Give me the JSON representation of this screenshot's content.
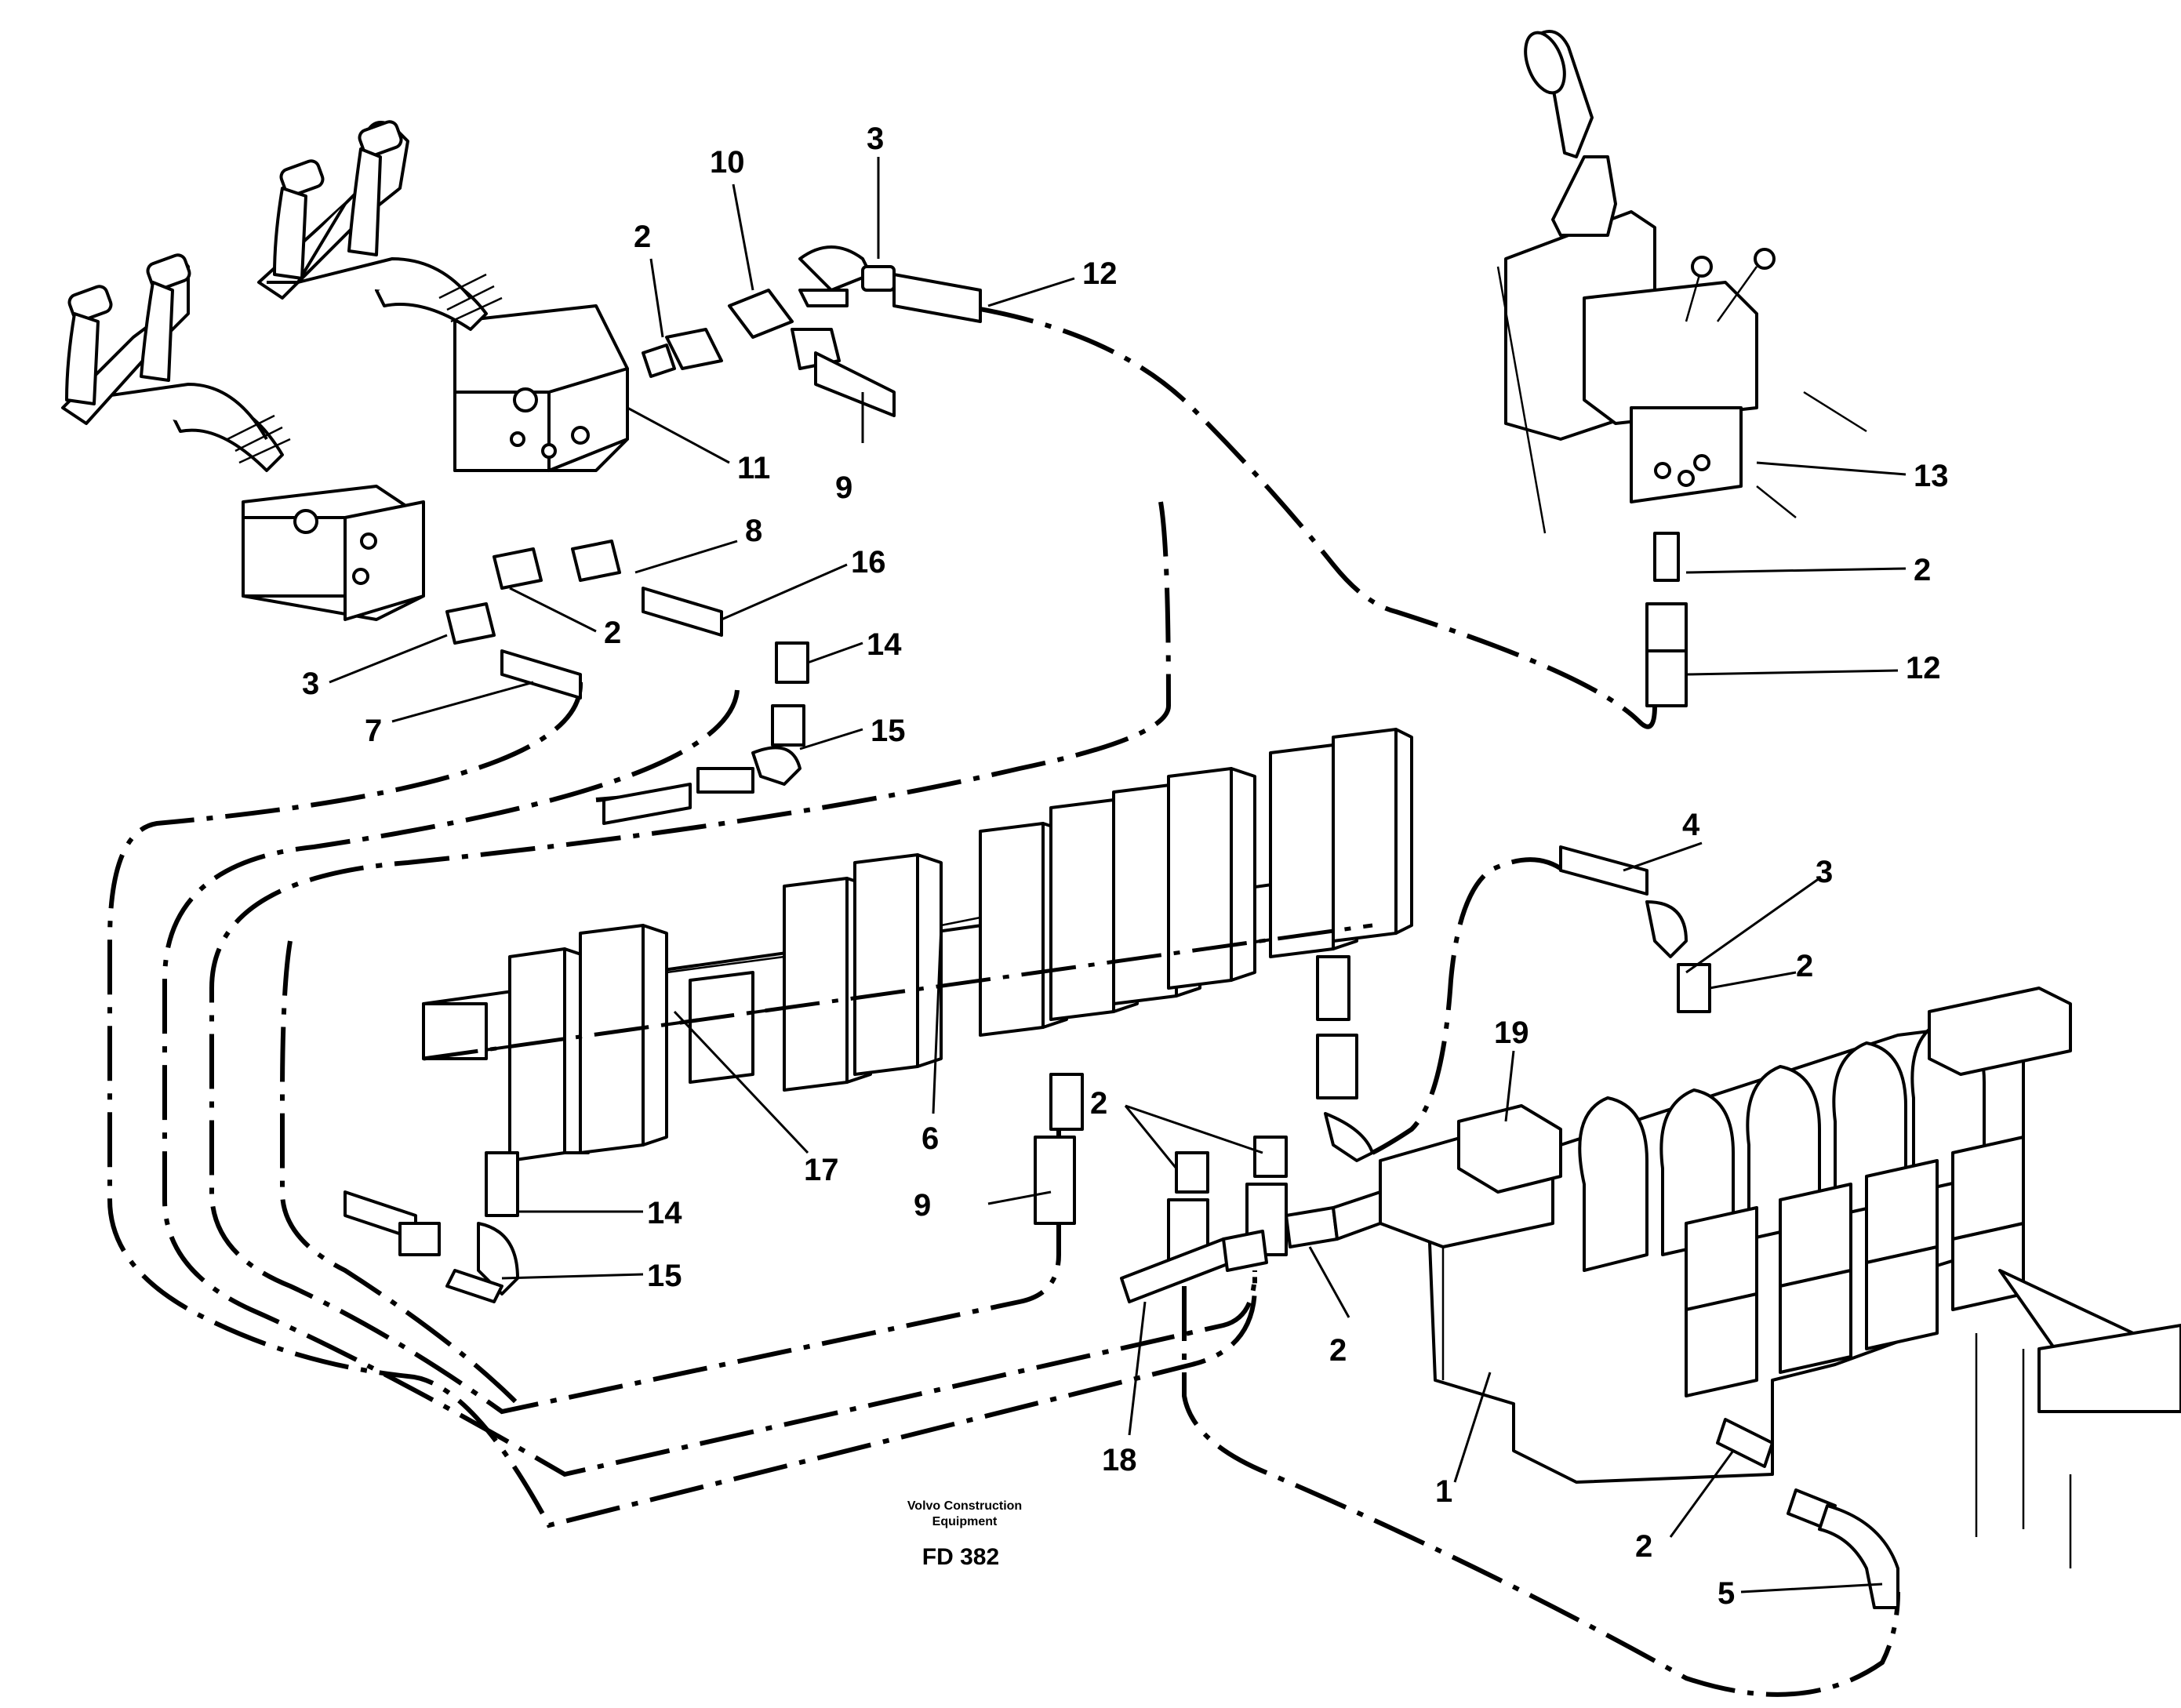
{
  "callouts": {
    "c3_top": "3",
    "c10": "10",
    "c2_top": "2",
    "c12_top": "12",
    "c11": "11",
    "c9_top": "9",
    "c8": "8",
    "c16": "16",
    "c14_top": "14",
    "c15_top": "15",
    "c2_left": "2",
    "c3_left": "3",
    "c7": "7",
    "c13": "13",
    "c2_right": "2",
    "c12_right": "12",
    "c4": "4",
    "c3_right": "3",
    "c2_valve": "2",
    "c19": "19",
    "c17": "17",
    "c6": "6",
    "c2_mid": "2",
    "c14_bottom": "14",
    "c15_bottom": "15",
    "c9_bottom": "9",
    "c2_low": "2",
    "c18": "18",
    "c1": "1",
    "c2_bottom": "2",
    "c5": "5"
  },
  "credit": {
    "line1": "Volvo Construction",
    "line2": "Equipment",
    "code": "FD 382"
  }
}
